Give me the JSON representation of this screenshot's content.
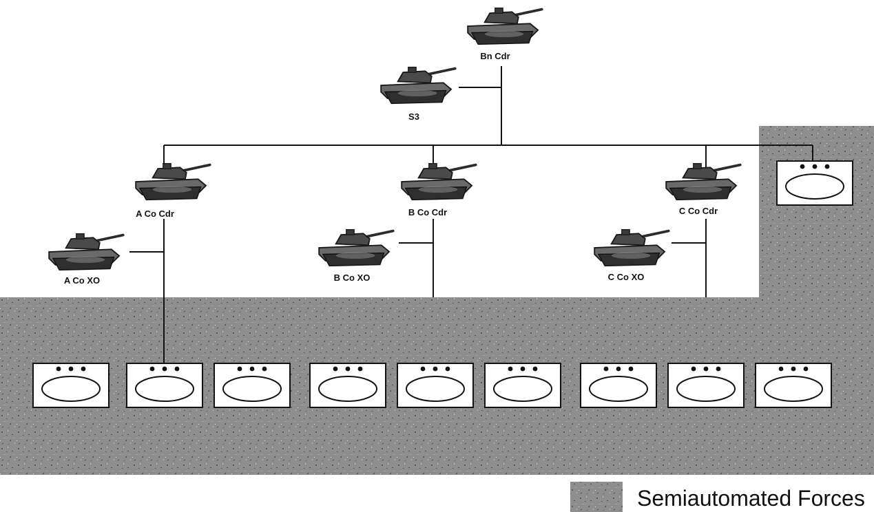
{
  "units": [
    {
      "id": "bn-cdr",
      "label": "Bn Cdr"
    },
    {
      "id": "s3",
      "label": "S3"
    },
    {
      "id": "a-co-cdr",
      "label": "A Co Cdr"
    },
    {
      "id": "b-co-cdr",
      "label": "B Co Cdr"
    },
    {
      "id": "c-co-cdr",
      "label": "C Co Cdr"
    },
    {
      "id": "a-co-xo",
      "label": "A Co XO"
    },
    {
      "id": "b-co-xo",
      "label": "B Co XO"
    },
    {
      "id": "c-co-xo",
      "label": "C Co XO"
    }
  ],
  "workstation_count": 10,
  "legend": {
    "label": "Semiautomated Forces",
    "color": "#8a8a8a"
  },
  "colors": {
    "saf_region": "#8e8e8e",
    "line": "#111111",
    "vehicle": "#3a3a3a"
  },
  "icons": {
    "vehicle": "tank-icon",
    "workstation": "workstation-icon"
  }
}
